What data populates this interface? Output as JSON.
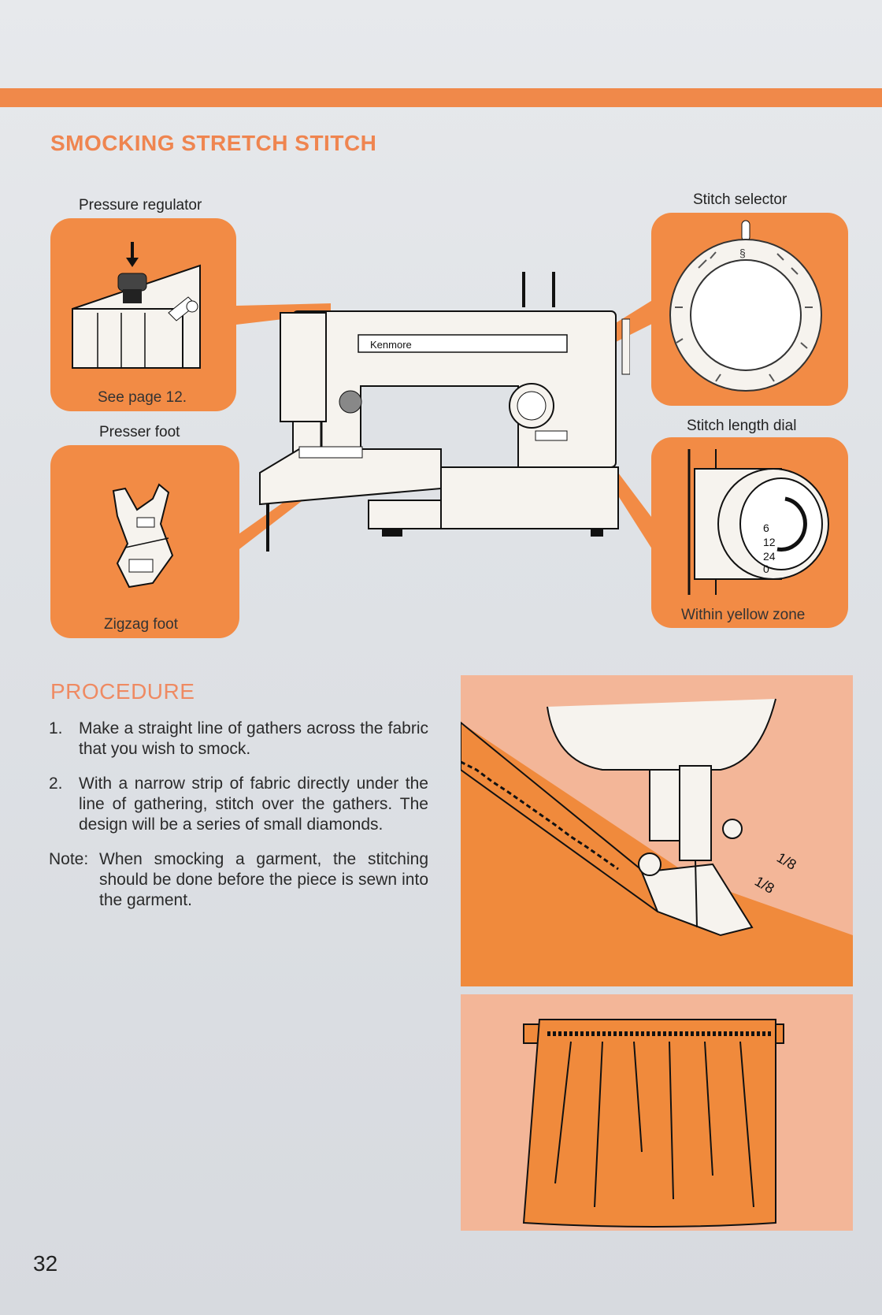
{
  "page": {
    "title": "SMOCKING STRETCH STITCH",
    "page_number": "32",
    "accent_color": "#f28b45"
  },
  "callouts": {
    "pressure_regulator": {
      "label": "Pressure regulator",
      "caption": "See page 12."
    },
    "presser_foot": {
      "label": "Presser foot",
      "caption": "Zigzag foot"
    },
    "stitch_selector": {
      "label": "Stitch selector"
    },
    "stitch_length_dial": {
      "label": "Stitch length dial",
      "caption": "Within yellow zone"
    }
  },
  "machine": {
    "brand": "Kenmore"
  },
  "procedure": {
    "heading": "PROCEDURE",
    "steps": [
      {
        "num": "1.",
        "text": "Make a straight line of gathers across the fabric that you wish to smock."
      },
      {
        "num": "2.",
        "text": "With a narrow strip of fabric directly under the line of gathering, stitch over the gathers. The design will be a series of small diamonds."
      }
    ],
    "note": {
      "label": "Note:",
      "text": "When smocking a garment, the stitching should be done before the piece is sewn into the garment."
    }
  },
  "illustration": {
    "dial_numbers": [
      "6",
      "12",
      "24",
      "0"
    ],
    "guide_marks": [
      "1/8",
      "1/8"
    ]
  }
}
